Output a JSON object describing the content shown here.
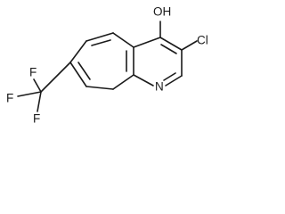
{
  "molecule": {
    "atoms": {
      "oh": "OH",
      "cl": "Cl",
      "n": "N",
      "f_left": "F",
      "f_top": "F",
      "f_bottom": "F"
    }
  }
}
